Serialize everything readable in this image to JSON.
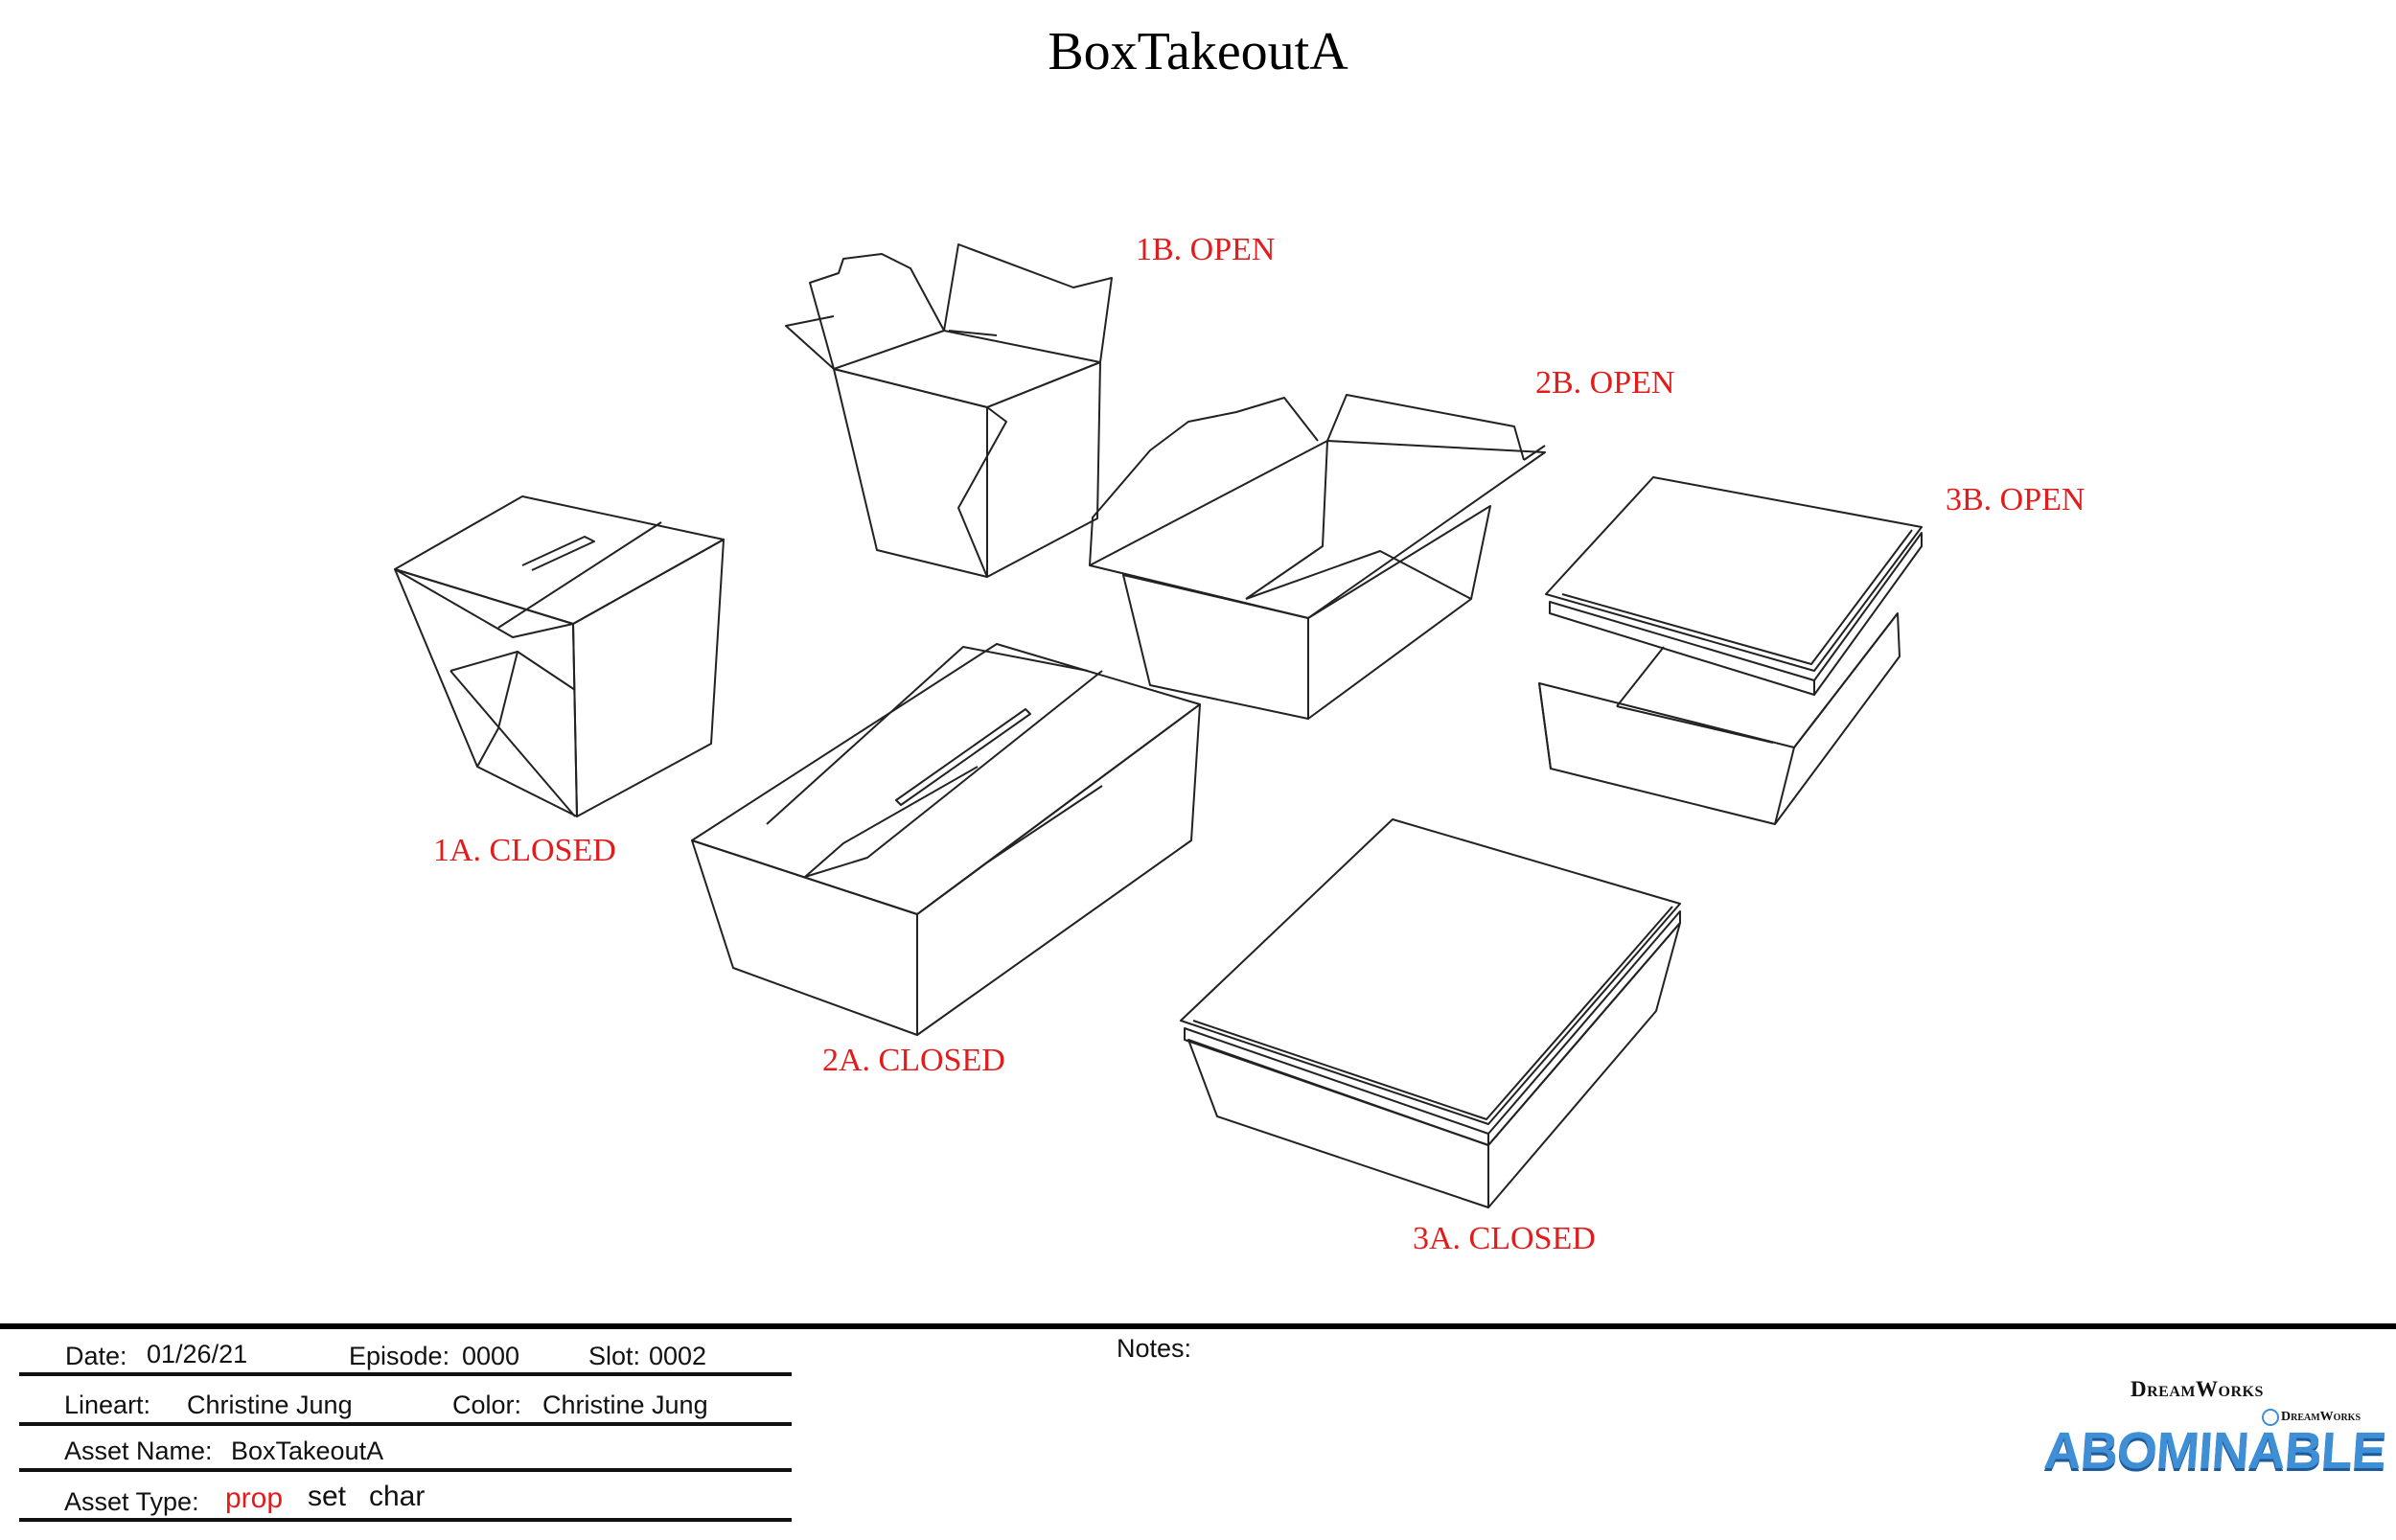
{
  "title": "BoxTakeoutA",
  "labels": {
    "l1b": "1B. OPEN",
    "l2b": "2B. OPEN",
    "l3b": "3B. OPEN",
    "l1a": "1A. CLOSED",
    "l2a": "2A. CLOSED",
    "l3a": "3A. CLOSED"
  },
  "footer": {
    "date_label": "Date:",
    "date": "01/26/21",
    "episode_label": "Episode:",
    "episode": "0000",
    "slot_label": "Slot:",
    "slot": "0002",
    "lineart_label": "Lineart:",
    "lineart": "Christine Jung",
    "color_label": "Color:",
    "color": "Christine Jung",
    "asset_name_label": "Asset Name:",
    "asset_name": "BoxTakeoutA",
    "asset_type_label": "Asset Type:",
    "asset_types": [
      "prop",
      "set",
      "char"
    ],
    "notes_label": "Notes:"
  },
  "logo": {
    "studio": "DreamWorks",
    "sub": "DreamWorks",
    "film": "ABOMINABLE"
  },
  "colors": {
    "label_red": "#e31b1b",
    "logo_blue": "#3f8fd6"
  }
}
